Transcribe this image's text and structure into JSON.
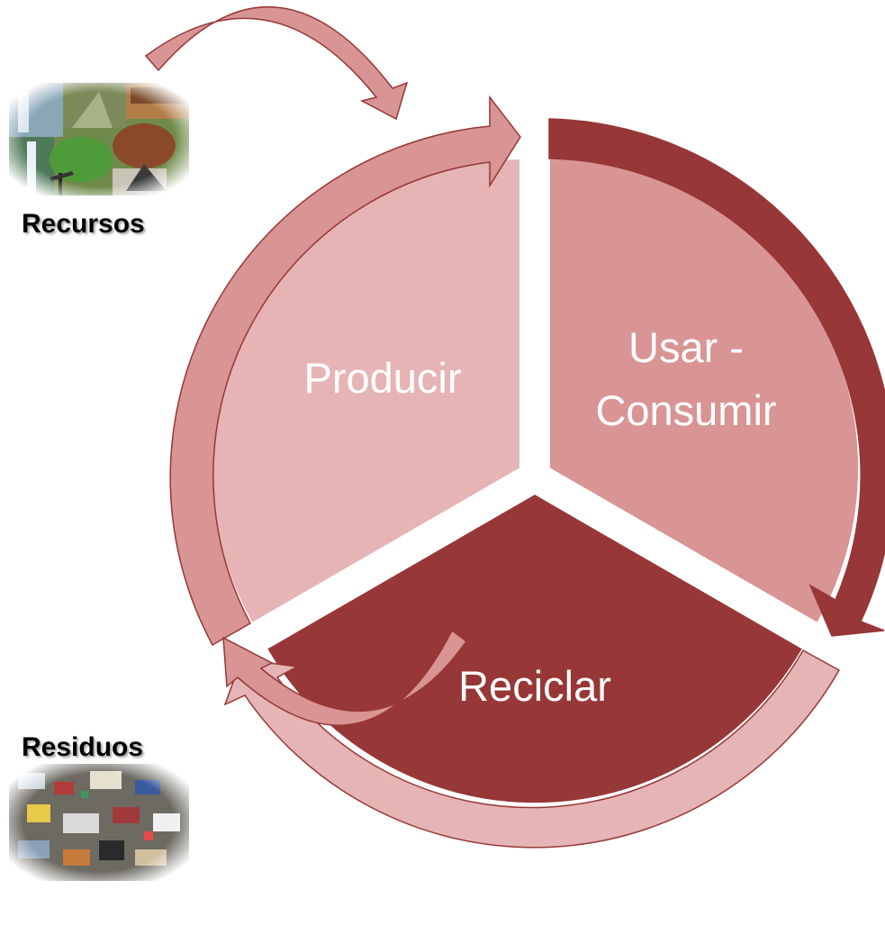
{
  "diagram": {
    "segments": [
      {
        "id": "producir",
        "label": "Producir",
        "color": "#e6b4b4"
      },
      {
        "id": "usar",
        "label_line1": "Usar -",
        "label_line2": "Consumir",
        "color": "#d99494"
      },
      {
        "id": "reciclar",
        "label": "Reciclar",
        "color": "#973737"
      }
    ],
    "arrows": {
      "producir_arrow_color": "#d99494",
      "usar_arrow_color": "#973737",
      "reciclar_arrow_color": "#e6b4b4",
      "outer_arrow_color": "#d99494",
      "outline_color": "#973737"
    },
    "text_color": "#ffffff"
  },
  "side": {
    "recursos_label": "Recursos",
    "residuos_label": "Residuos",
    "recursos_image": "photo collage of natural resources",
    "residuos_image": "photo of waste pile"
  }
}
